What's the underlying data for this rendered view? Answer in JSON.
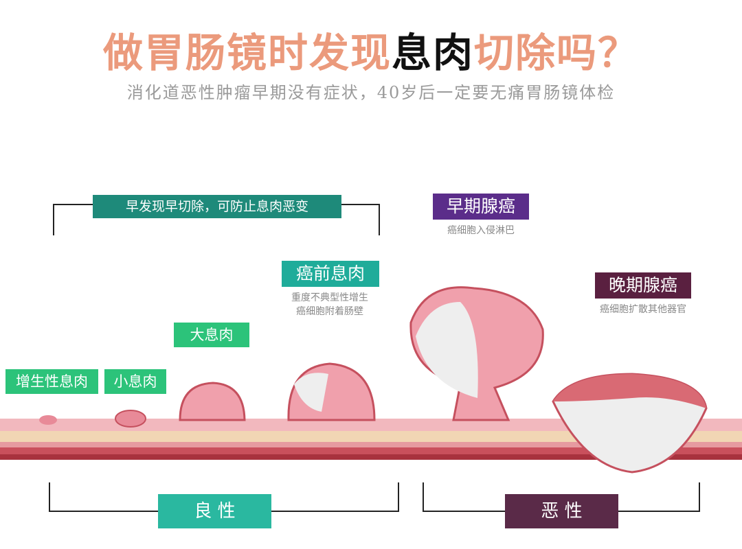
{
  "title": {
    "part1": "做胃肠镜时发现",
    "highlight": "息肉",
    "part2": "切除吗？"
  },
  "subtitle": "消化道恶性肿瘤早期没有症状，40岁后一定要无痛胃肠镜体检",
  "bracket_top_label": "早发现早切除，可防止息肉恶变",
  "stages": [
    {
      "label": "增生性息肉"
    },
    {
      "label": "小息肉"
    },
    {
      "label": "大息肉"
    },
    {
      "label": "癌前息肉",
      "notes": [
        "重度不典型性增生",
        "癌细胞附着肠壁"
      ]
    },
    {
      "label": "早期腺癌",
      "notes": [
        "癌细胞入侵淋巴"
      ]
    },
    {
      "label": "晚期腺癌",
      "notes": [
        "癌细胞扩散其他器官"
      ]
    }
  ],
  "categories": {
    "benign": "良 性",
    "malignant": "恶 性"
  },
  "colors": {
    "title": "#eb9a7c",
    "teal": "#1e8a7a",
    "green": "#2cc37a",
    "purple": "#5b2d8a",
    "maroon": "#5a2040"
  }
}
